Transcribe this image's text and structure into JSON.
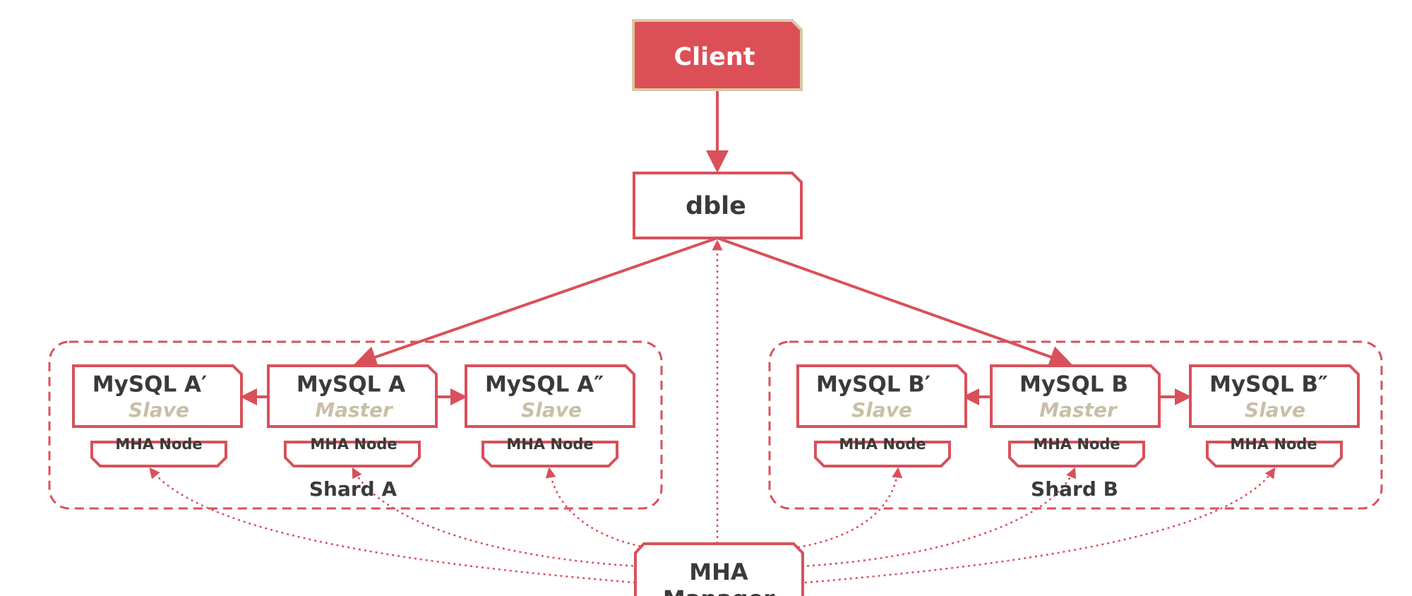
{
  "client": {
    "label": "Client"
  },
  "dble": {
    "label": "dble"
  },
  "manager": {
    "line1": "MHA",
    "line2": "Manager"
  },
  "shards": [
    {
      "label": "Shard A",
      "nodes": [
        {
          "name": "MySQL A′",
          "role": "Slave",
          "agent": "MHA Node"
        },
        {
          "name": "MySQL A",
          "role": "Master",
          "agent": "MHA Node"
        },
        {
          "name": "MySQL A″",
          "role": "Slave",
          "agent": "MHA Node"
        }
      ]
    },
    {
      "label": "Shard B",
      "nodes": [
        {
          "name": "MySQL B′",
          "role": "Slave",
          "agent": "MHA Node"
        },
        {
          "name": "MySQL B",
          "role": "Master",
          "agent": "MHA Node"
        },
        {
          "name": "MySQL B″",
          "role": "Slave",
          "agent": "MHA Node"
        }
      ]
    }
  ],
  "colors": {
    "accent": "#d9505a",
    "client_fill": "#dd4f56",
    "client_border": "#d8c9a4",
    "text_dark": "#3a3a3a",
    "role_text": "#c8bfa6"
  }
}
